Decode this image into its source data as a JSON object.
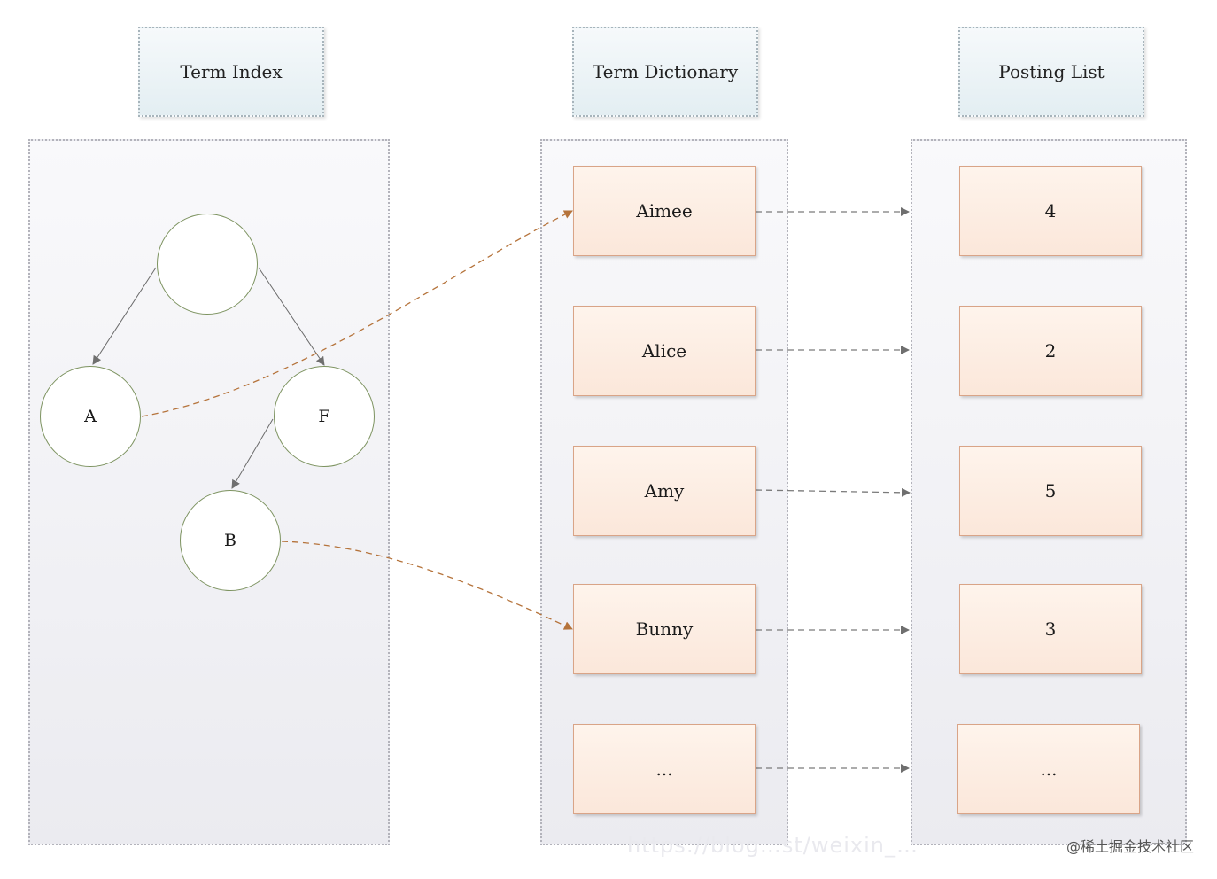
{
  "headers": {
    "term_index": "Term Index",
    "term_dictionary": "Term Dictionary",
    "posting_list": "Posting List"
  },
  "term_index_nodes": {
    "root": "",
    "a": "A",
    "f": "F",
    "b": "B"
  },
  "term_dictionary": [
    "Aimee",
    "Alice",
    "Amy",
    "Bunny",
    "..."
  ],
  "posting_list": [
    "4",
    "2",
    "5",
    "3",
    "..."
  ],
  "watermark": "@稀土掘金技术社区",
  "faint_url_text": "https://blog…st/weixin_…",
  "colors": {
    "tree_edge": "#666666",
    "index_link": "#b5733b",
    "posting_link": "#777777",
    "term_box_border": "#d9a487",
    "node_border": "#7d9360"
  }
}
